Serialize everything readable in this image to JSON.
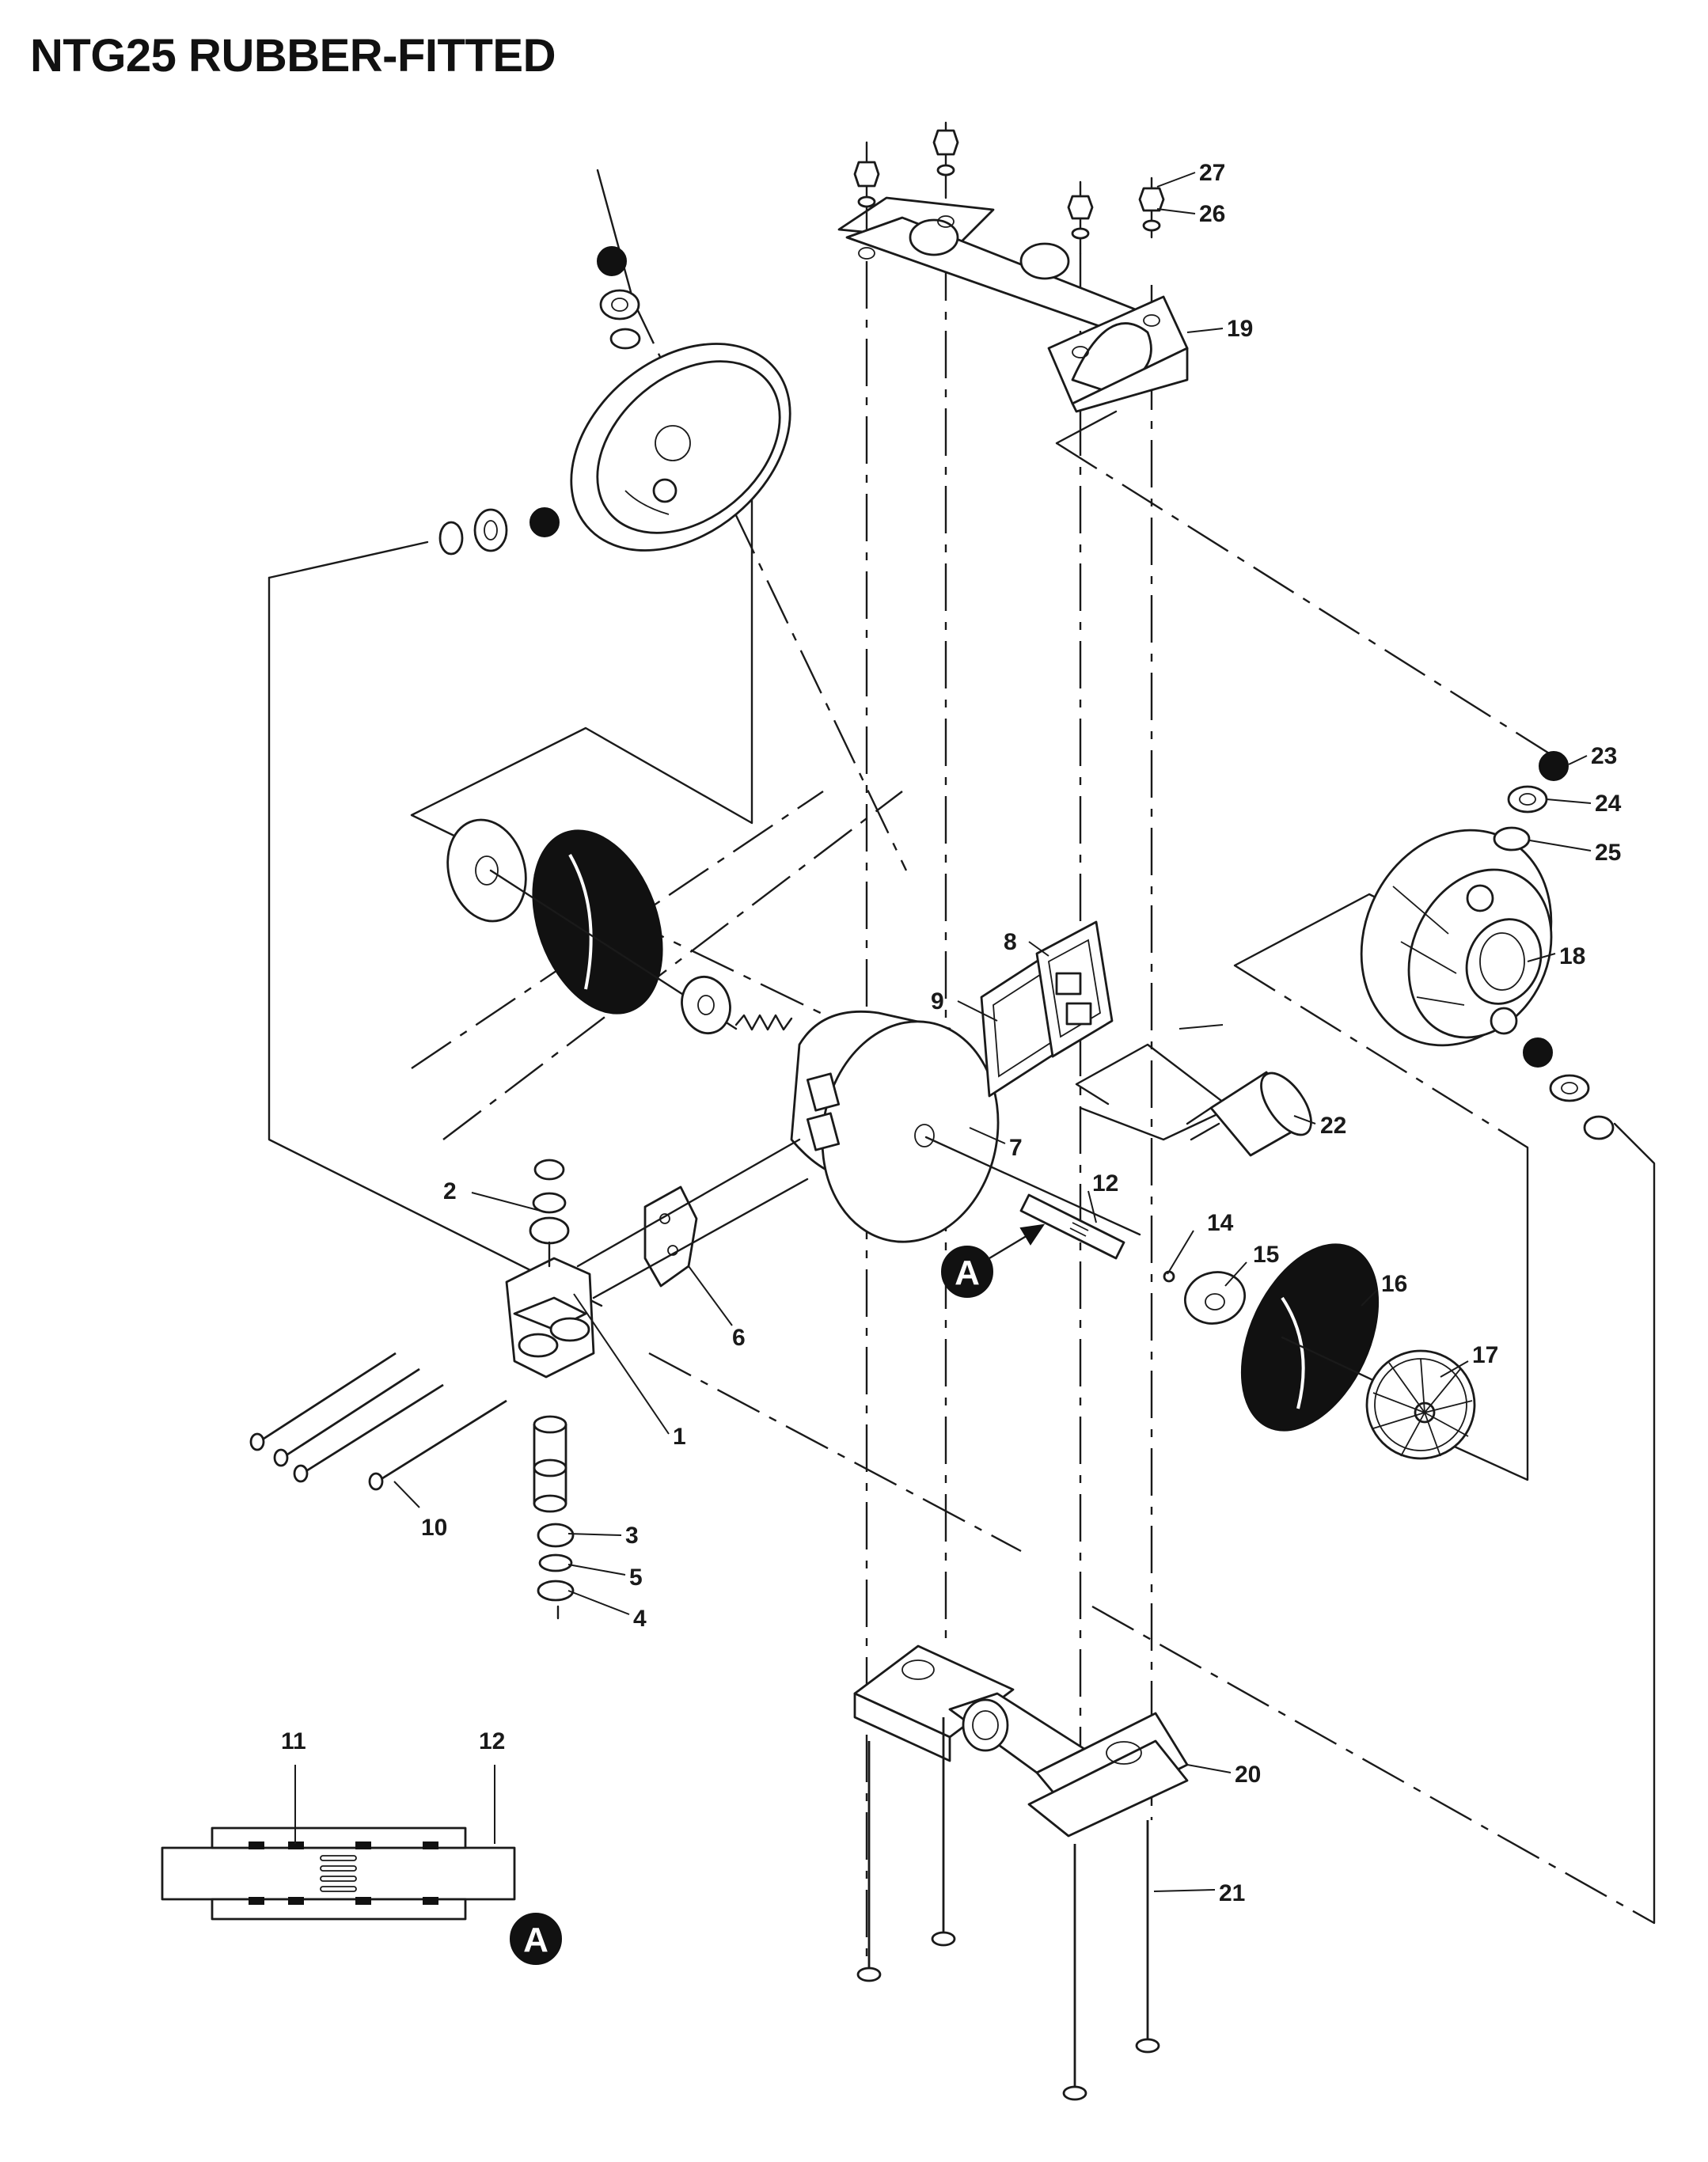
{
  "title": "NTG25 RUBBER-FITTED",
  "callout_letter": "A",
  "parts": [
    {
      "id": "1",
      "label": "1"
    },
    {
      "id": "2",
      "label": "2"
    },
    {
      "id": "3",
      "label": "3"
    },
    {
      "id": "4",
      "label": "4"
    },
    {
      "id": "5",
      "label": "5"
    },
    {
      "id": "6",
      "label": "6"
    },
    {
      "id": "7",
      "label": "7"
    },
    {
      "id": "8",
      "label": "8"
    },
    {
      "id": "9",
      "label": "9"
    },
    {
      "id": "10",
      "label": "10"
    },
    {
      "id": "11",
      "label": "11"
    },
    {
      "id": "12",
      "label": "12"
    },
    {
      "id": "12b",
      "label": "12"
    },
    {
      "id": "14",
      "label": "14"
    },
    {
      "id": "15",
      "label": "15"
    },
    {
      "id": "16",
      "label": "16"
    },
    {
      "id": "17",
      "label": "17"
    },
    {
      "id": "18",
      "label": "18"
    },
    {
      "id": "19",
      "label": "19"
    },
    {
      "id": "20",
      "label": "20"
    },
    {
      "id": "21",
      "label": "21"
    },
    {
      "id": "22",
      "label": "22"
    },
    {
      "id": "23",
      "label": "23"
    },
    {
      "id": "24",
      "label": "24"
    },
    {
      "id": "25",
      "label": "25"
    },
    {
      "id": "26",
      "label": "26"
    },
    {
      "id": "27",
      "label": "27"
    }
  ]
}
